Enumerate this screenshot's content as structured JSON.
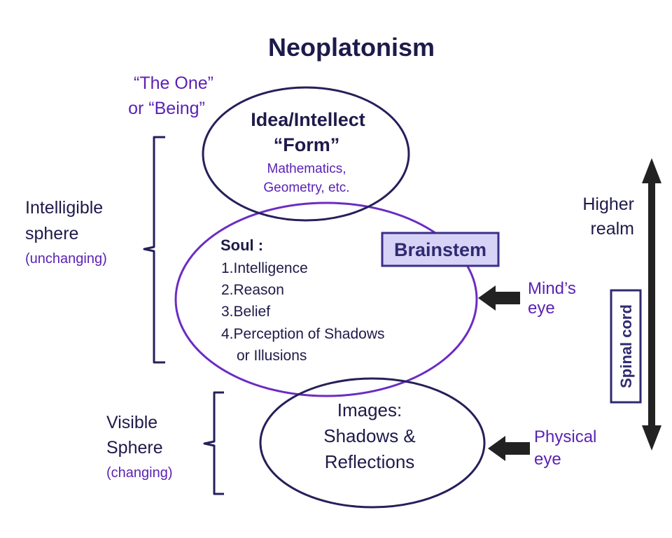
{
  "title": "Neoplatonism",
  "the_one": {
    "line1": "“The One”",
    "line2": "or “Being”"
  },
  "idea_ellipse": {
    "line1": "Idea/Intellect",
    "line2": "“Form”",
    "line3": "Mathematics,",
    "line4": "Geometry, etc."
  },
  "soul_ellipse": {
    "heading": "Soul :",
    "items": [
      "1.Intelligence",
      "2.Reason",
      "3.Belief",
      "4.Perception of Shadows",
      "or Illusions"
    ]
  },
  "brainstem": "Brainstem",
  "images_ellipse": {
    "line1": "Images:",
    "line2": "Shadows &",
    "line3": "Reflections"
  },
  "intelligible_sphere": {
    "line1": "Intelligible",
    "line2": "sphere",
    "line3": "(unchanging)"
  },
  "visible_sphere": {
    "line1": "Visible",
    "line2": "Sphere",
    "line3": "(changing)"
  },
  "higher_realm": {
    "line1": "Higher",
    "line2": "realm"
  },
  "minds_eye": {
    "line1": "Mind’s",
    "line2": "eye"
  },
  "physical_eye": {
    "line1": "Physical",
    "line2": "eye"
  },
  "spinal_cord": "Spinal cord",
  "colors": {
    "dark_navy": "#1e1a4a",
    "purple": "#5b22b4",
    "brainstem_fill": "#d7d3f7",
    "brainstem_border": "#3a2f8a"
  }
}
